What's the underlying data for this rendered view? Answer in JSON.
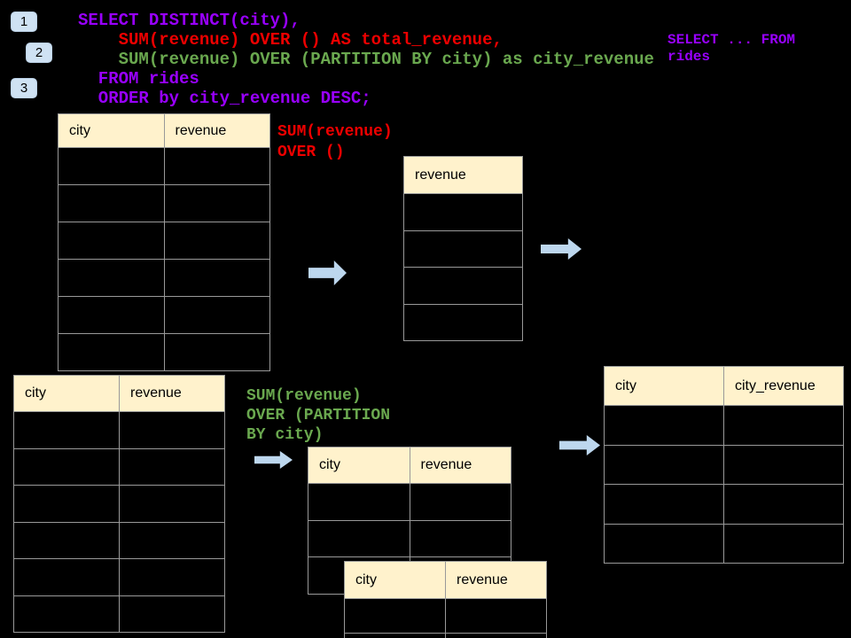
{
  "colors": {
    "background": "#000000",
    "code_purple": "#9900ff",
    "code_red": "#ee0000",
    "code_green": "#6aa84f",
    "table_header_fill": "#fff2cc",
    "table_border": "#999999",
    "badge_fill": "#cfe2f3",
    "arrow_fill": "#bdd7ee"
  },
  "badges": [
    {
      "label": "1"
    },
    {
      "label": "2"
    },
    {
      "label": "3"
    }
  ],
  "sql": {
    "lines": [
      {
        "text": "SELECT DISTINCT(city),",
        "color": "#9900ff"
      },
      {
        "text": "    SUM(revenue) OVER () AS total_revenue,",
        "color": "#ee0000"
      },
      {
        "text": "    SUM(revenue) OVER (PARTITION BY city) as city_revenue",
        "color": "#6aa84f"
      },
      {
        "text": "  FROM rides",
        "color": "#9900ff"
      },
      {
        "text": "  ORDER by city_revenue DESC;",
        "color": "#9900ff"
      }
    ]
  },
  "side_code": {
    "text": "SELECT ... FROM\nrides",
    "color": "#9900ff"
  },
  "annotations": {
    "total": {
      "text": "SUM(revenue)\nOVER ()",
      "color": "#ee0000"
    },
    "partition": {
      "text": "SUM(revenue)\nOVER (PARTITION\nBY city)",
      "color": "#6aa84f"
    }
  },
  "tables": {
    "source_top": {
      "headers": [
        "city",
        "revenue"
      ],
      "data_rows": 6
    },
    "total_result": {
      "headers": [
        "revenue"
      ],
      "data_rows": 4
    },
    "source_bottom": {
      "headers": [
        "city",
        "revenue"
      ],
      "data_rows": 6
    },
    "partition_group_a": {
      "headers": [
        "city",
        "revenue"
      ],
      "data_rows": 3
    },
    "partition_group_b": {
      "headers": [
        "city",
        "revenue"
      ],
      "data_rows": 2
    },
    "final_result": {
      "headers": [
        "city",
        "city_revenue"
      ],
      "data_rows": 4
    }
  }
}
